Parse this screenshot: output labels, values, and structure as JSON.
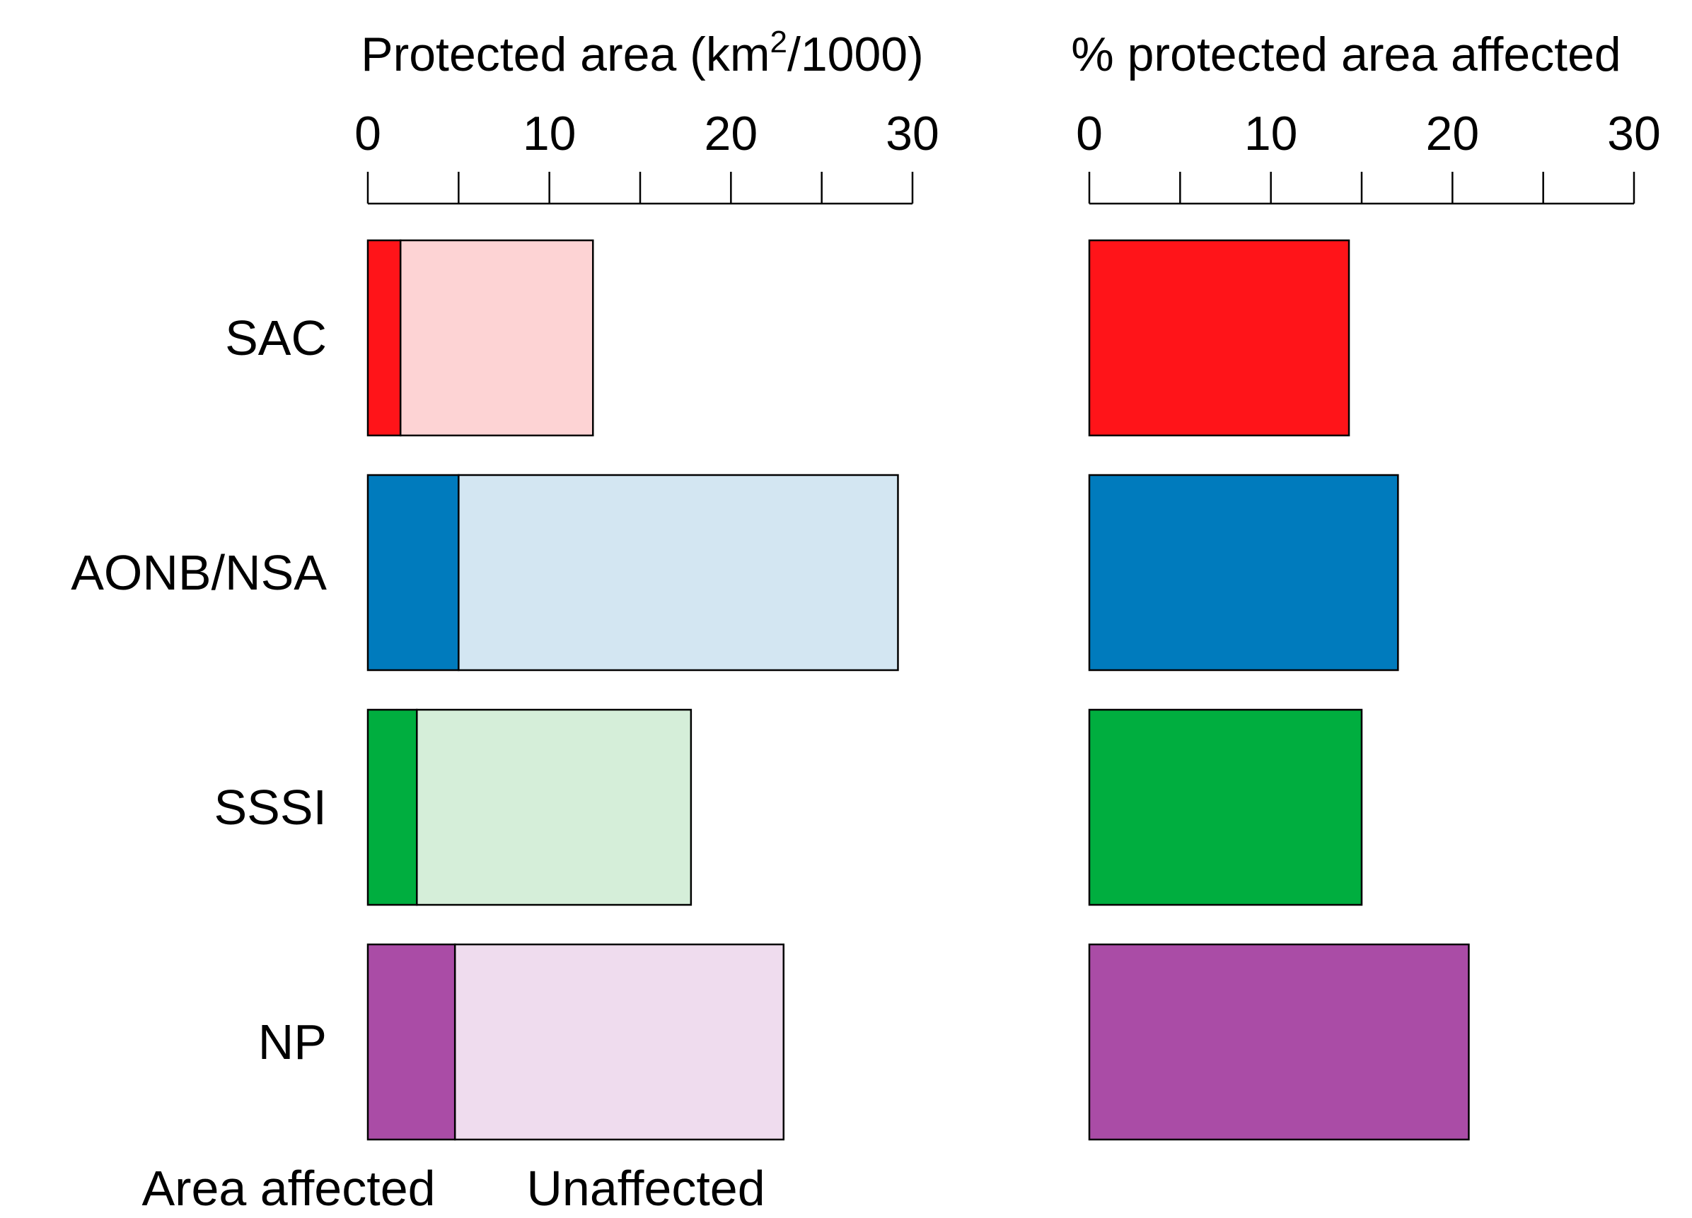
{
  "chart_data": [
    {
      "type": "bar",
      "orientation": "horizontal",
      "stacked": true,
      "xlabel_prefix": "Protected area (km",
      "xlabel_superscript": "2",
      "xlabel_suffix": "/1000)",
      "xlim": [
        0,
        30
      ],
      "xticks": [
        0,
        10,
        20,
        30
      ],
      "categories": [
        "SAC",
        "AONB/NSA",
        "SSSI",
        "NP"
      ],
      "series": [
        {
          "name": "Area affected",
          "values": [
            1.8,
            5.0,
            2.7,
            4.8
          ],
          "colors": [
            "#ff1419",
            "#007bbd",
            "#00ae3f",
            "#aa4ca6"
          ]
        },
        {
          "name": "Unaffected",
          "values": [
            10.6,
            24.2,
            15.1,
            18.1
          ],
          "colors": [
            "#fdd3d4",
            "#d3e6f2",
            "#d5eed9",
            "#efdcee"
          ]
        }
      ],
      "legend_position": "bottom"
    },
    {
      "type": "bar",
      "orientation": "horizontal",
      "xlabel": "% protected area affected",
      "xlim": [
        0,
        30
      ],
      "xticks": [
        0,
        10,
        20,
        30
      ],
      "categories": [
        "SAC",
        "AONB/NSA",
        "SSSI",
        "NP"
      ],
      "values": [
        14.3,
        17.0,
        15.0,
        20.9
      ],
      "colors": [
        "#ff1419",
        "#007bbd",
        "#00ae3f",
        "#aa4ca6"
      ]
    }
  ]
}
